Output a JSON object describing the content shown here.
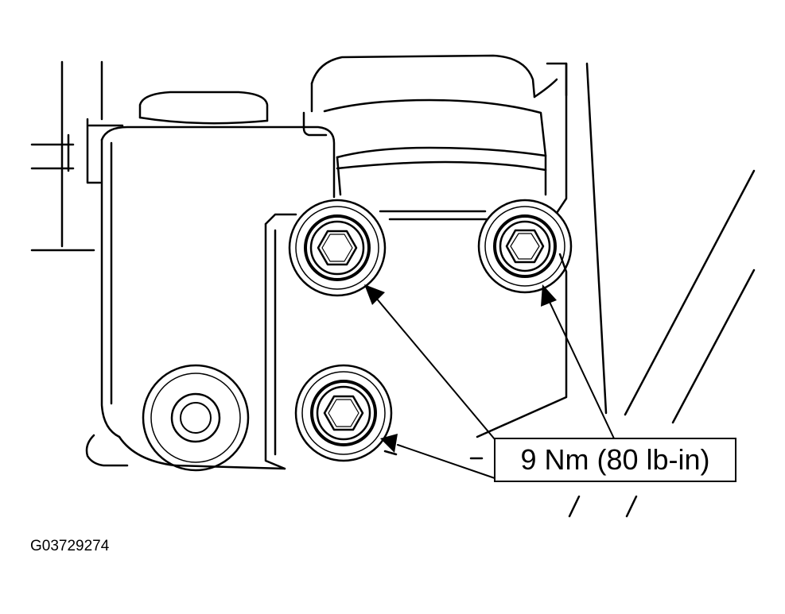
{
  "diagram": {
    "torque_label": "9 Nm (80 lb-in)",
    "figure_code": "G03729274",
    "callout_targets": [
      "upper-left-bolt",
      "upper-right-bolt",
      "lower-center-bolt"
    ]
  }
}
